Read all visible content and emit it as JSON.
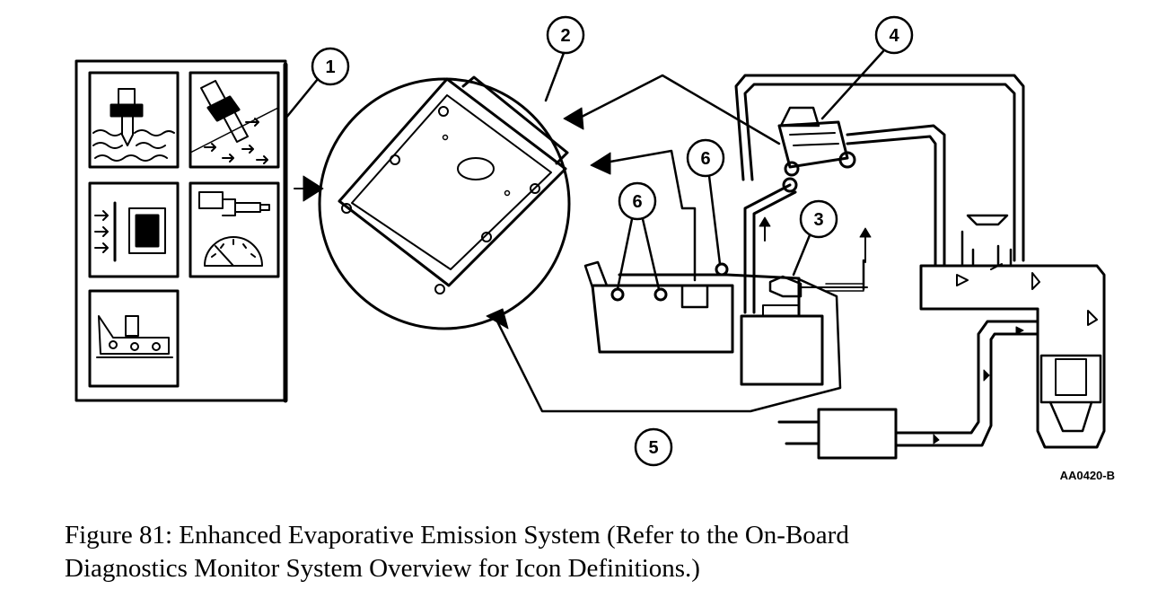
{
  "figure": {
    "caption_line_1": "Figure 81: Enhanced Evaporative Emission System (Refer to the On-Board",
    "caption_line_2": "Diagnostics Monitor System Overview for Icon Definitions.)",
    "art_code": "AA0420-B"
  },
  "callouts": [
    "1",
    "2",
    "3",
    "4",
    "5",
    "6",
    "6"
  ],
  "colors": {
    "ink": "#000000",
    "paper": "#ffffff"
  }
}
